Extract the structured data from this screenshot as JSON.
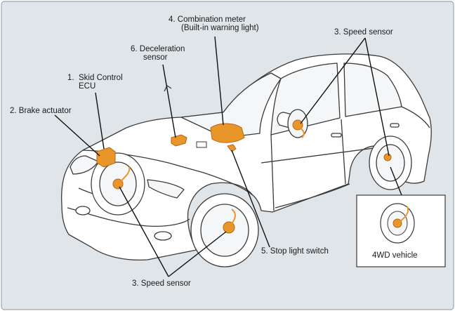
{
  "colors": {
    "background": "#dfe5e9",
    "frame": "#9aa8b2",
    "car_fill": "#ffffff",
    "car_stroke": "#3a3a3a",
    "component": "#e8962a",
    "component_dark": "#b8641a",
    "leader": "#111111"
  },
  "labels": {
    "ecu": {
      "num": "1.",
      "line1": "Skid Control",
      "line2": "ECU"
    },
    "brake_actuator": "2. Brake actuator",
    "combination_meter": {
      "line1": "4.  Combination meter",
      "line2": "(Built-in warning light)"
    },
    "deceleration_sensor": {
      "line1": "6.  Deceleration",
      "line2": "sensor"
    },
    "speed_sensor_rear": "3. Speed sensor",
    "speed_sensor_front": "3. Speed sensor",
    "stop_light_switch": "5.  Stop light switch"
  },
  "inset": {
    "caption": "4WD vehicle"
  }
}
